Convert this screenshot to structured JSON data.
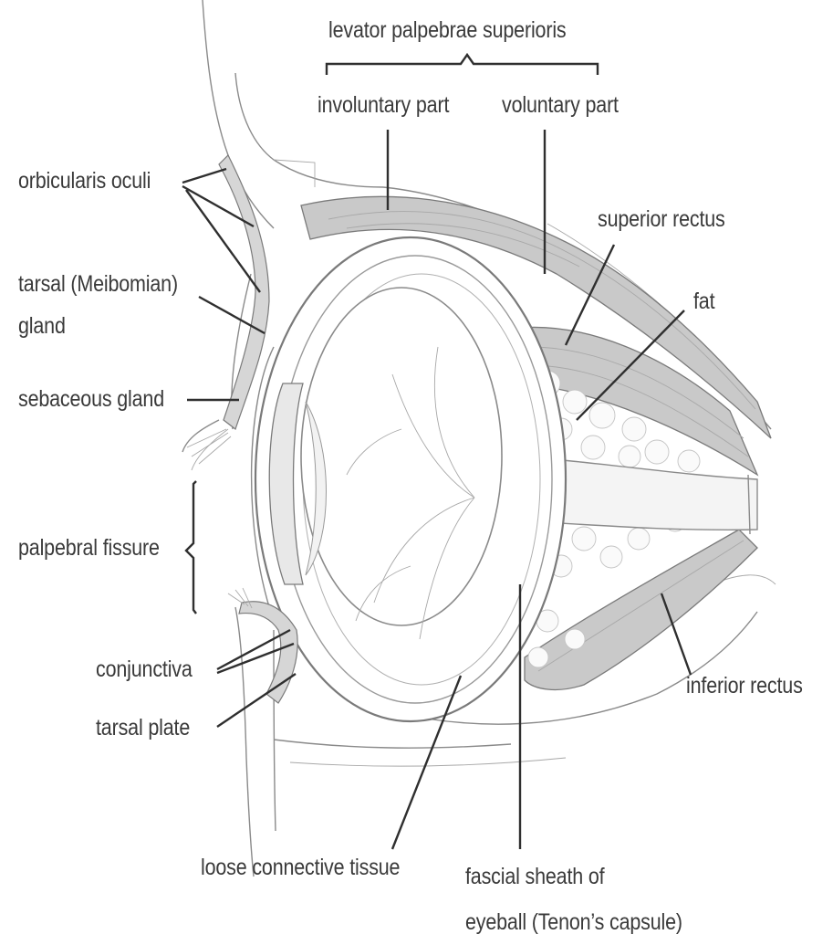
{
  "labels": {
    "levator": "levator palpebrae superioris",
    "involuntary": "involuntary part",
    "voluntary": "voluntary part",
    "orbicularis": "orbicularis oculi",
    "tarsal_gland": "tarsal (Meibomian)\ngland",
    "superior_rectus": "superior rectus",
    "fat": "fat",
    "sebaceous": "sebaceous gland",
    "palpebral": "palpebral fissure",
    "conjunctiva": "conjunctiva",
    "tarsal_plate": "tarsal plate",
    "inferior_rectus": "inferior rectus",
    "loose_tissue": "loose connective tissue",
    "fascial_sheath": "fascial sheath of\neyeball (Tenon’s capsule)"
  },
  "colors": {
    "ink": "#333333",
    "line": "#8a8a8a",
    "muscle": "#c9c9c9",
    "background": "#ffffff"
  }
}
